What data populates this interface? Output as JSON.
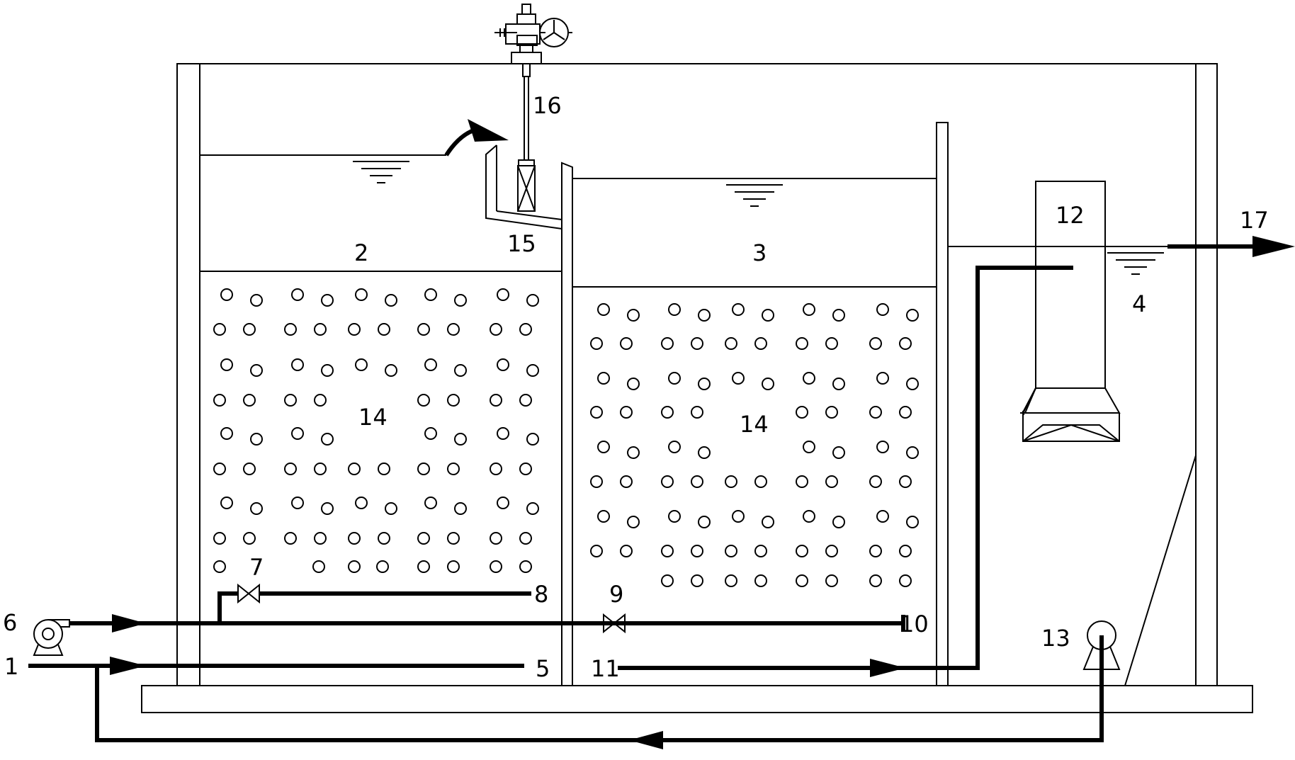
{
  "diagram": {
    "labels": {
      "l1": "1",
      "l2": "2",
      "l3": "3",
      "l4": "4",
      "l5": "5",
      "l6": "6",
      "l7": "7",
      "l8": "8",
      "l9": "9",
      "l10": "10",
      "l11": "11",
      "l12": "12",
      "l13": "13",
      "l14a": "14",
      "l14b": "14",
      "l15": "15",
      "l16": "16",
      "l17": "17"
    }
  }
}
